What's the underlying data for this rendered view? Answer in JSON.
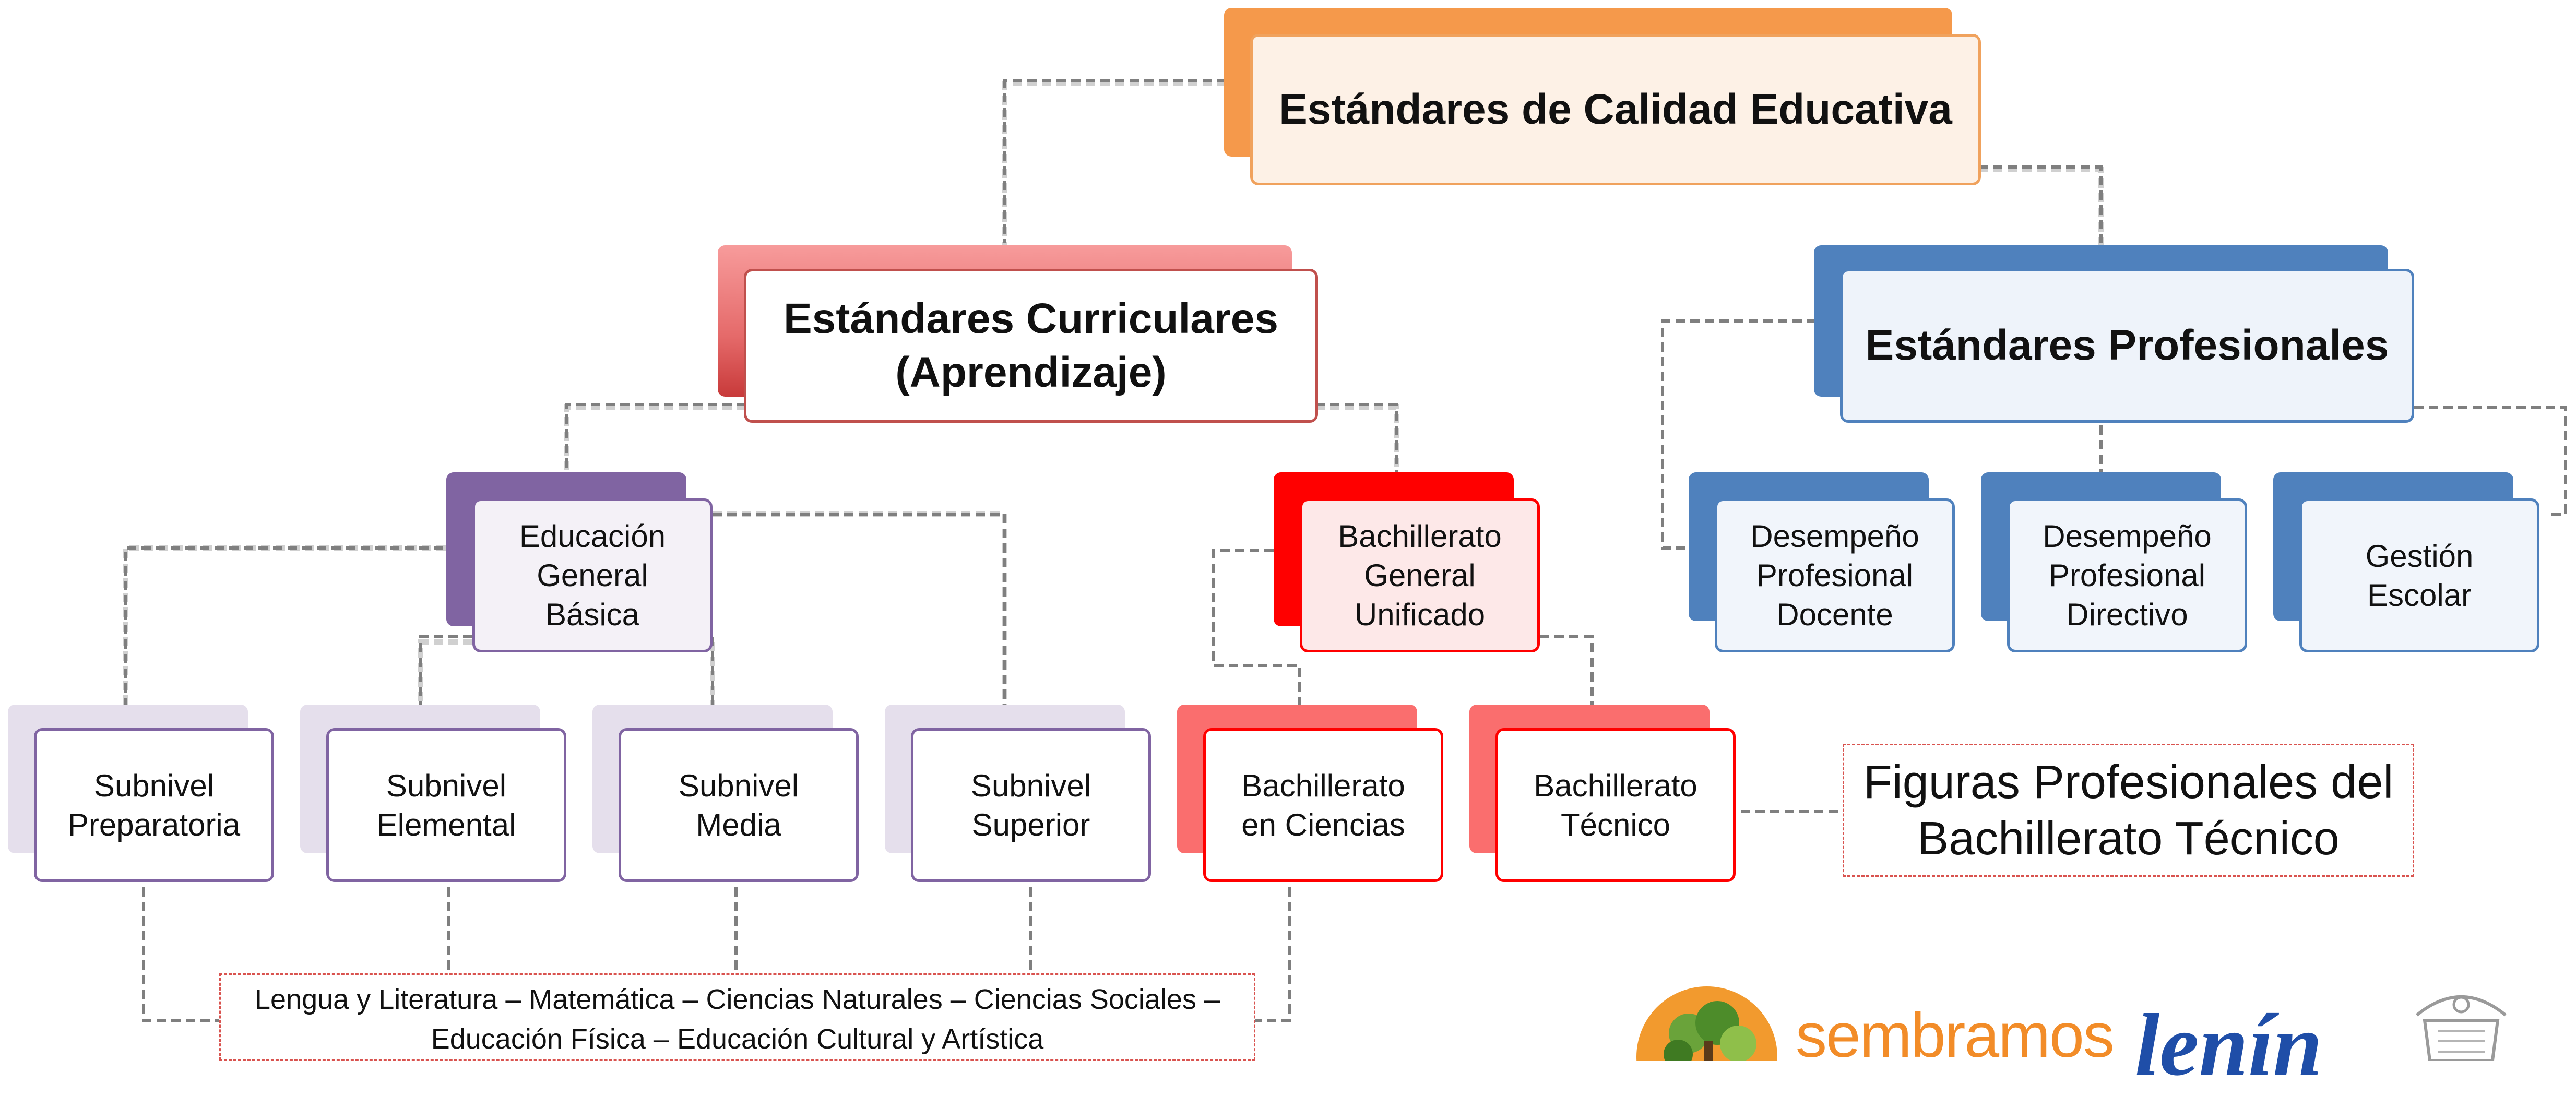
{
  "diagram": {
    "root": "Estándares de Calidad Educativa",
    "curriculares": "Estándares Curriculares\n(Aprendizaje)",
    "profesionales": "Estándares Profesionales",
    "egb": "Educación\nGeneral\nBásica",
    "bgu": "Bachillerato\nGeneral\nUnificado",
    "prof_items": [
      "Desempeño\nProfesional\nDocente",
      "Desempeño\nProfesional\nDirectivo",
      "Gestión\nEscolar"
    ],
    "subniveles": [
      "Subnivel\nPreparatoria",
      "Subnivel\nElemental",
      "Subnivel\nMedia",
      "Subnivel\nSuperior"
    ],
    "bach_items": [
      "Bachillerato\nen Ciencias",
      "Bachillerato\nTécnico"
    ],
    "figuras": "Figuras Profesionales del\nBachillerato Técnico",
    "subjects": "Lengua y Literatura – Matemática – Ciencias Naturales – Ciencias Sociales –\nEducación Física – Educación Cultural y Artística"
  },
  "logos": {
    "sembramos": "sembramos",
    "lenin": "lenín"
  },
  "colors": {
    "orange": "#f5994b",
    "red_curr": "#c0504d",
    "blue": "#4f81bd",
    "purple": "#8064a2",
    "bright_red": "#ff0000",
    "connector": "#7f7f7f"
  }
}
